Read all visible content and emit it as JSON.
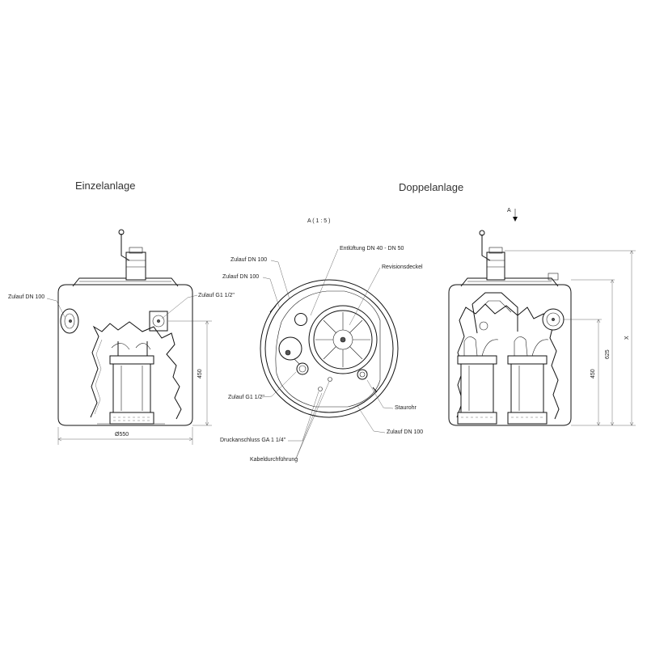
{
  "headings": {
    "single": "Einzelanlage",
    "double": "Doppelanlage",
    "section_view": "A ( 1 : 5 )",
    "section_marker": "A"
  },
  "single_unit": {
    "inlet_left": "Zulauf DN 100",
    "inlet_right": "Zulauf G1 1/2\"",
    "dim_height": "450",
    "dim_diameter": "Ø550"
  },
  "top_view": {
    "inlet_top_1": "Zulauf DN 100",
    "inlet_top_2": "Zulauf DN 100",
    "vent": "Entlüftung DN 40 - DN 50",
    "inspection_cover": "Revisionsdeckel",
    "inlet_g1": "Zulauf G1 1/2\"",
    "pressure_connection": "Druckanschluss GA 1 1/4\"",
    "cable_entry": "Kabeldurchführung",
    "baffle_pipe": "Staurohr",
    "inlet_bottom": "Zulauf DN 100"
  },
  "double_unit": {
    "dim_450": "450",
    "dim_625": "625",
    "dim_x": "X"
  }
}
